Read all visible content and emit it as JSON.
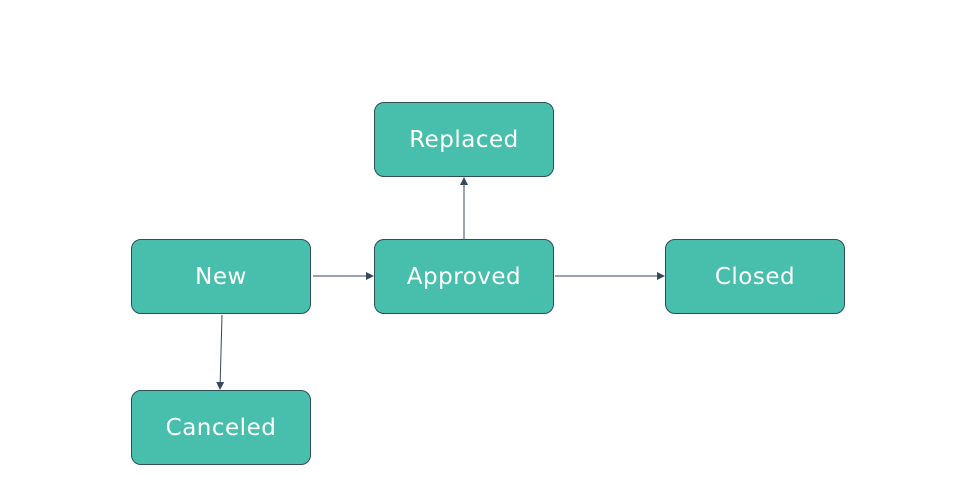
{
  "theme": {
    "node_fill": "#48bfad",
    "node_border": "#2e4f57",
    "node_text": "#ffffff",
    "edge_color": "#34495e",
    "background": "#ffffff"
  },
  "nodes": {
    "replaced": {
      "label": "Replaced"
    },
    "new": {
      "label": "New"
    },
    "approved": {
      "label": "Approved"
    },
    "closed": {
      "label": "Closed"
    },
    "canceled": {
      "label": "Canceled"
    }
  },
  "edges": [
    {
      "from": "new",
      "to": "approved"
    },
    {
      "from": "approved",
      "to": "replaced"
    },
    {
      "from": "approved",
      "to": "closed"
    },
    {
      "from": "new",
      "to": "canceled"
    }
  ]
}
